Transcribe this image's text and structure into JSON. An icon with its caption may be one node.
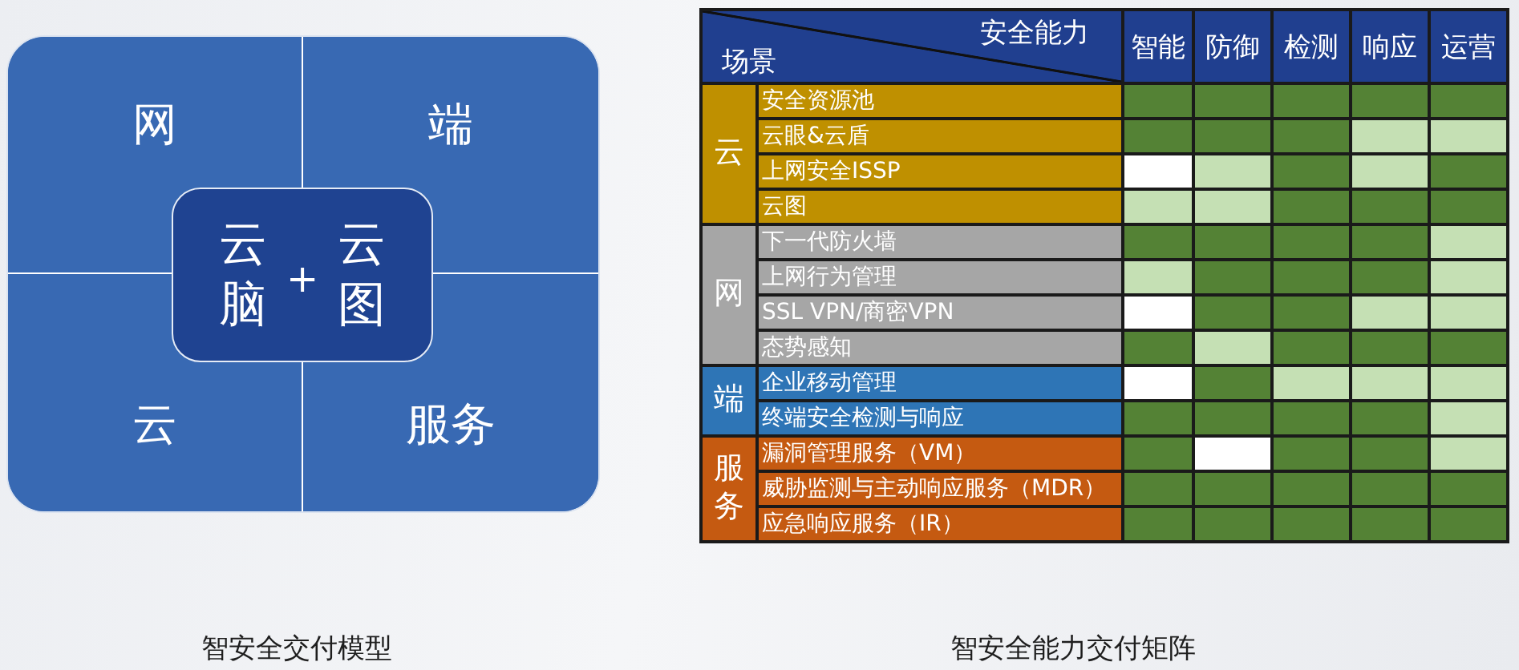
{
  "diagram": {
    "nodes": [
      {
        "text": [
          "网"
        ]
      },
      {
        "text": [
          "端"
        ]
      },
      {
        "text": [
          "云脑",
          "+",
          "云图"
        ]
      },
      {
        "text": [
          "云"
        ]
      },
      {
        "text": [
          "服务"
        ]
      }
    ],
    "labels": [
      "安全能力",
      "场景",
      "智能",
      "防御",
      "检测",
      "响应",
      "运营",
      "云",
      "安全资源池",
      "云眼&云盾",
      "上网安全ISSP",
      "云图",
      "网",
      "下一代防火墙",
      "上网行为管理",
      "SSL VPN/商密VPN",
      "态势感知",
      "端",
      "企业移动管理",
      "终端安全检测与响应",
      "服务",
      "漏洞管理服务（VM）",
      "威胁监测与主动响应服务（MDR）",
      "应急响应服务（IR）",
      "智安全交付模型",
      "智安全能力交付矩阵"
    ]
  }
}
